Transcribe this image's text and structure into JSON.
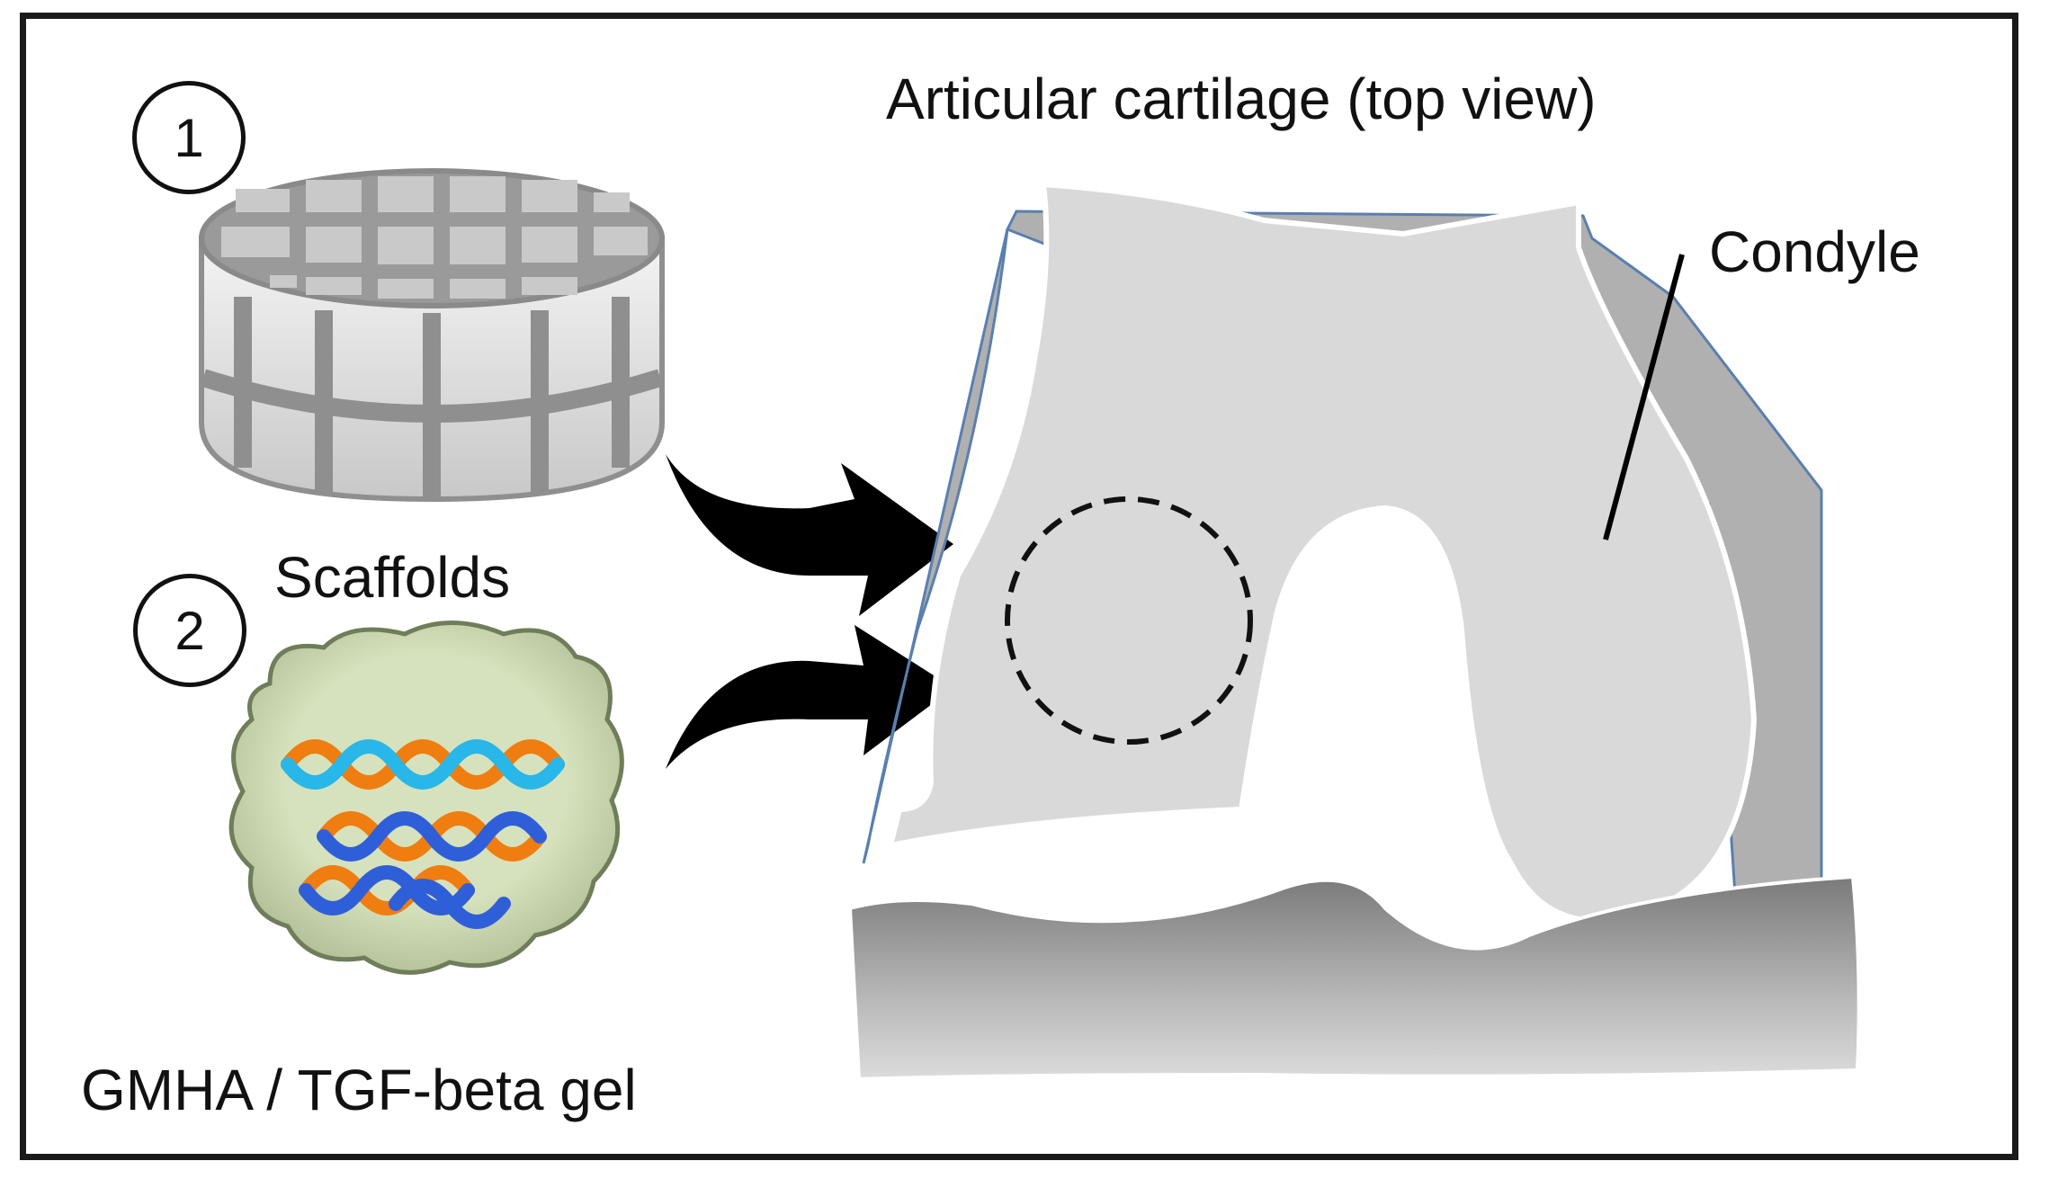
{
  "title": "Articular cartilage (top view)",
  "condyle_label": "Condyle",
  "steps": [
    {
      "number": "1",
      "label": "Scaffolds"
    },
    {
      "number": "2",
      "label": "GMHA / TGF-beta gel"
    }
  ],
  "colors": {
    "border": "#1a1a1a",
    "cartilage": "#d9d9d9",
    "bone_shadow": "#b0b0b0",
    "scaffold": "#8f8f8f",
    "gel_fill": "#d3dfb8",
    "gel_edge": "#8a9a70",
    "dna_orange": "#f07d10",
    "dna_blue": "#2f5fd8",
    "dna_cyan": "#29b6e8",
    "arrow": "#000000"
  },
  "icons": [
    "scaffold-cylinder-icon",
    "gel-cloud-icon",
    "dna-helix-icon",
    "arrow-icon"
  ]
}
